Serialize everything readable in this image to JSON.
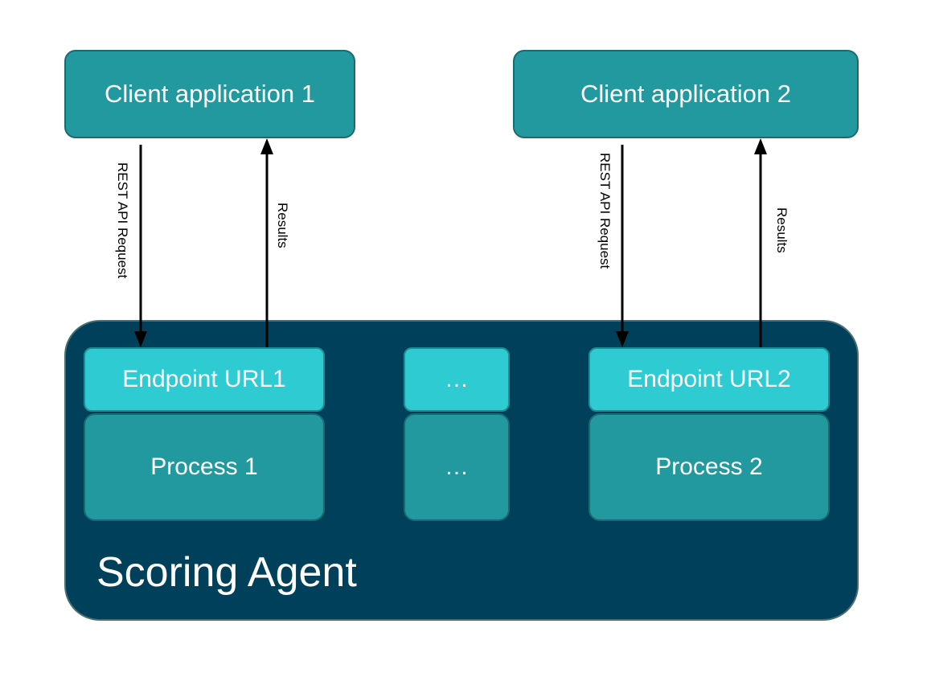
{
  "clients": [
    {
      "label": "Client application 1"
    },
    {
      "label": "Client application 2"
    }
  ],
  "agent": {
    "label": "Scoring Agent",
    "endpoints": [
      {
        "label": "Endpoint URL1"
      },
      {
        "label": "…"
      },
      {
        "label": "Endpoint URL2"
      }
    ],
    "processes": [
      {
        "label": "Process 1"
      },
      {
        "label": "…"
      },
      {
        "label": "Process 2"
      }
    ]
  },
  "edges": [
    {
      "label": "REST API Request"
    },
    {
      "label": "Results"
    },
    {
      "label": "REST API Request"
    },
    {
      "label": "Results"
    }
  ],
  "colors": {
    "client_fill": "#21999e",
    "agent_fill": "#00405a",
    "endpoint_fill": "#2ecbd3",
    "process_fill": "#21999e"
  }
}
